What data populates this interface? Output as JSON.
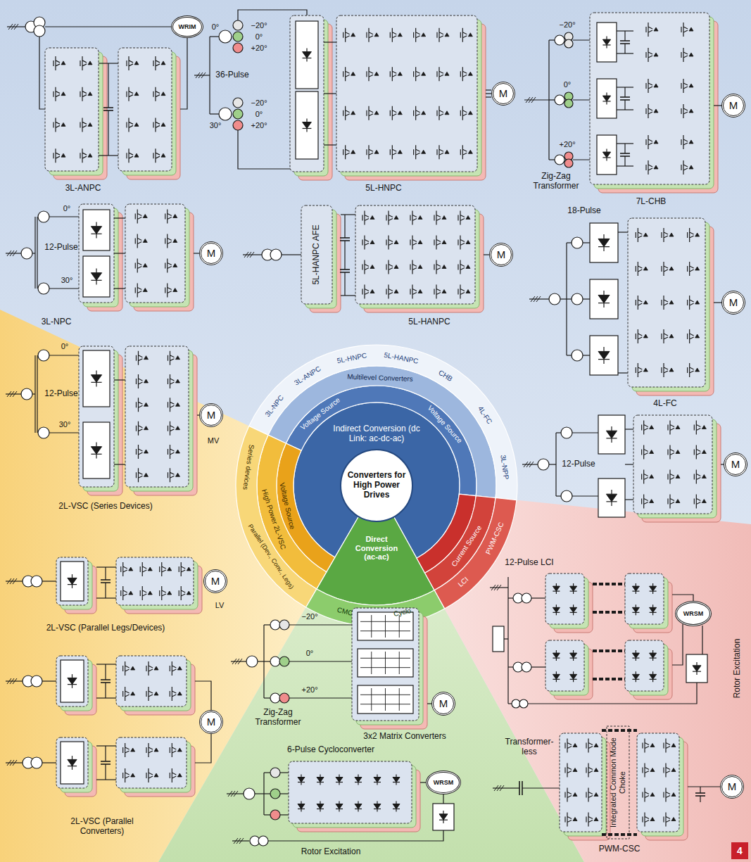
{
  "diagram": {
    "nodes": [
      {
        "text": [
          "WRIM"
        ]
      },
      {
        "text": [
          "M"
        ]
      },
      {
        "text": [
          "M"
        ]
      },
      {
        "text": [
          "M"
        ]
      },
      {
        "text": [
          "5L-HANPC AFE"
        ]
      },
      {
        "text": [
          "M"
        ]
      },
      {
        "text": [
          "M"
        ]
      },
      {
        "text": [
          "M"
        ]
      },
      {
        "text": [
          "Indirect Conversion (dc Link: ac-dc-ac)"
        ]
      },
      {
        "text": [
          "Converters for High Power Drives"
        ]
      },
      {
        "text": [
          "M"
        ]
      },
      {
        "text": [
          "Direct Conversion (ac-ac)"
        ]
      },
      {
        "text": [
          "M"
        ]
      },
      {
        "text": [
          "WRSM"
        ]
      },
      {
        "text": [
          "M"
        ]
      },
      {
        "text": [
          "M"
        ]
      },
      {
        "text": [
          "WRSM"
        ]
      },
      {
        "text": [
          "M"
        ]
      },
      {
        "text": [
          "4"
        ]
      }
    ],
    "labels": [
      "3L-ANPC",
      "0°",
      "−20°",
      "0°",
      "+20°",
      "36-Pulse",
      "−20°",
      "0°",
      "+20°",
      "30°",
      "5L-HNPC",
      "−20°",
      "0°",
      "+20°",
      "Zig-Zag Transformer",
      "7L-CHB",
      "0°",
      "12-Pulse",
      "30°",
      "3L-NPC",
      "5L-HANPC",
      "18-Pulse",
      "4L-FC",
      "3L-NPC",
      "3L-ANPC",
      "5L-HNPC",
      "5L-HANPC",
      "CHB",
      "4L-FC",
      "3L-NPP",
      "Multilevel Converters",
      "Voltage Source",
      "Voltage Source",
      "Voltage Source",
      "High Power 2L-VSC",
      "Series devices",
      "Parallel (Dev., Conv., Legs)",
      "Current Source",
      "LCI",
      "PWM-CSC",
      "CMC",
      "Cyclo.",
      "12-Pulse",
      "0°",
      "12-Pulse",
      "30°",
      "MV",
      "2L-VSC (Series Devices)",
      "12-Pulse LCI",
      "LV",
      "2L-VSC (Parallel Legs/Devices)",
      "−20°",
      "0°",
      "+20°",
      "Rotor Excitation",
      "Zig-Zag Transformer",
      "3x2 Matrix Converters",
      "Transformer-less",
      "6-Pulse Cycloconverter",
      "Integrated Common Mode Choke",
      "2L-VSC (Parallel Converters)",
      "PWM-CSC",
      "Rotor Excitation"
    ]
  }
}
